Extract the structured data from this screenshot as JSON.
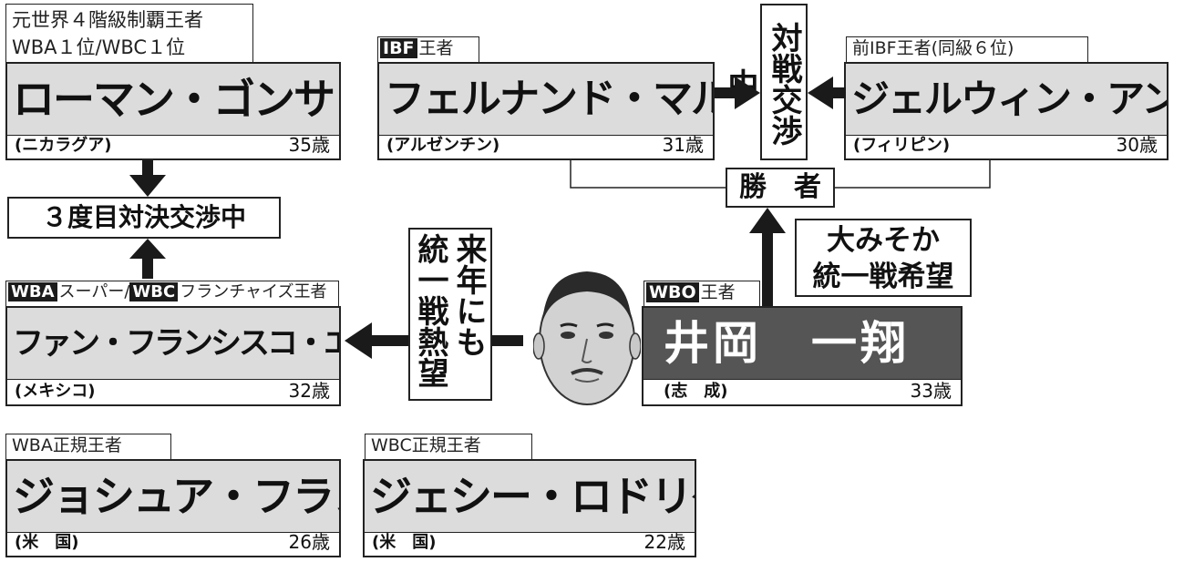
{
  "gonzalez": {
    "tag": "元世界４階級制覇王者\nWBA１位/WBC１位",
    "tag_line1": "元世界４階級制覇王者",
    "tag_line2": "WBA１位/WBC１位",
    "name": "ローマン・ゴンサレス",
    "country": "(ニカラグア)",
    "age": "35歳"
  },
  "martinez": {
    "tag_badge": "IBF",
    "tag_text": "王者",
    "name": "フェルナンド・マルチネス",
    "country": "(アルゼンチン)",
    "age": "31歳"
  },
  "ancajas": {
    "tag": "前IBF王者(同級６位)",
    "name": "ジェルウィン・アンカハス",
    "country": "(フィリピン)",
    "age": "30歳"
  },
  "negotiating_box": "対戦交渉中",
  "winner_box": "勝　者",
  "third_bout_box": "３度目対決交渉中",
  "unification_hope_box": {
    "line1": "大みそか",
    "line2": "統一戦希望"
  },
  "next_year_box": {
    "col1": "来年にも",
    "col2": "統一戦熱望"
  },
  "estrada": {
    "tag_badge1": "WBA",
    "tag_text1": "スーパー/",
    "tag_badge2": "WBC",
    "tag_text2": "フランチャイズ王者",
    "name": "ファン・フランシスコ・エストラーダ",
    "country": "(メキシコ)",
    "age": "32歳"
  },
  "inoue": {
    "tag_badge": "WBO",
    "tag_text": "王者",
    "name": "井岡　一翔",
    "country": "(志　成)",
    "age": "33歳"
  },
  "franco": {
    "tag": "WBA正規王者",
    "name": "ジョシュア・フランコ",
    "country": "(米　国)",
    "age": "26歳"
  },
  "rodriguez": {
    "tag": "WBC正規王者",
    "name": "ジェシー・ロドリゲス",
    "country": "(米　国)",
    "age": "22歳"
  }
}
